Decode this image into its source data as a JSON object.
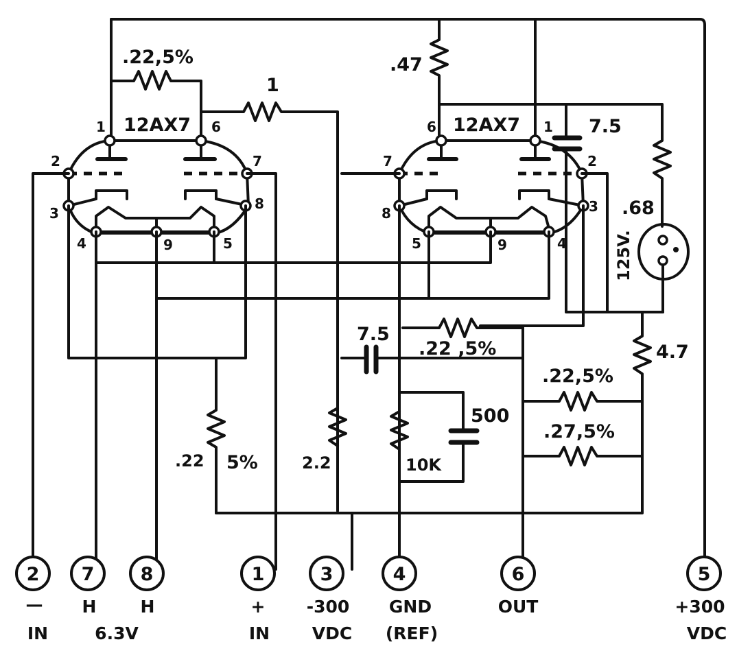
{
  "title": "12AX7 differential amplifier schematic",
  "tubes": [
    {
      "type_label": "12AX7",
      "pins": [
        "1",
        "2",
        "3",
        "4",
        "5",
        "6",
        "7",
        "8",
        "9"
      ]
    },
    {
      "type_label": "12AX7",
      "pins": [
        "6",
        "7",
        "8",
        "5",
        "9",
        "1",
        "2",
        "3",
        "4"
      ]
    }
  ],
  "components": {
    "r_feedback_top": ".22,5%",
    "r_grid_link": "1",
    "r_plate_load": ".47",
    "c_right_top": "7.5",
    "r_neon_series": ".68",
    "neon_rating": "125V.",
    "r_neon_bottom": "4.7",
    "c_coupling": "7.5",
    "r_mid_feedback": ".22 ,5%",
    "r_out_upper": ".22,5%",
    "r_out_lower": ".27,5%",
    "c_bypass": "500",
    "r_cathode_10k": "10K",
    "r_cathode_left": ".22",
    "r_cathode_left_tol": "5%",
    "r_neg_supply": "2.2"
  },
  "terminals": [
    {
      "number": "2",
      "line1": "—",
      "line2": "IN"
    },
    {
      "number": "7",
      "line1": "H",
      "line2": ""
    },
    {
      "number": "8",
      "line1": "H",
      "line2": ""
    },
    {
      "number": "1",
      "line1": "+",
      "line2": "IN"
    },
    {
      "number": "3",
      "line1": "-300",
      "line2": "VDC"
    },
    {
      "number": "4",
      "line1": "GND",
      "line2": "(REF)"
    },
    {
      "number": "6",
      "line1": "OUT",
      "line2": ""
    },
    {
      "number": "5",
      "line1": "+300",
      "line2": "VDC"
    }
  ],
  "heater_voltage": "6.3V"
}
